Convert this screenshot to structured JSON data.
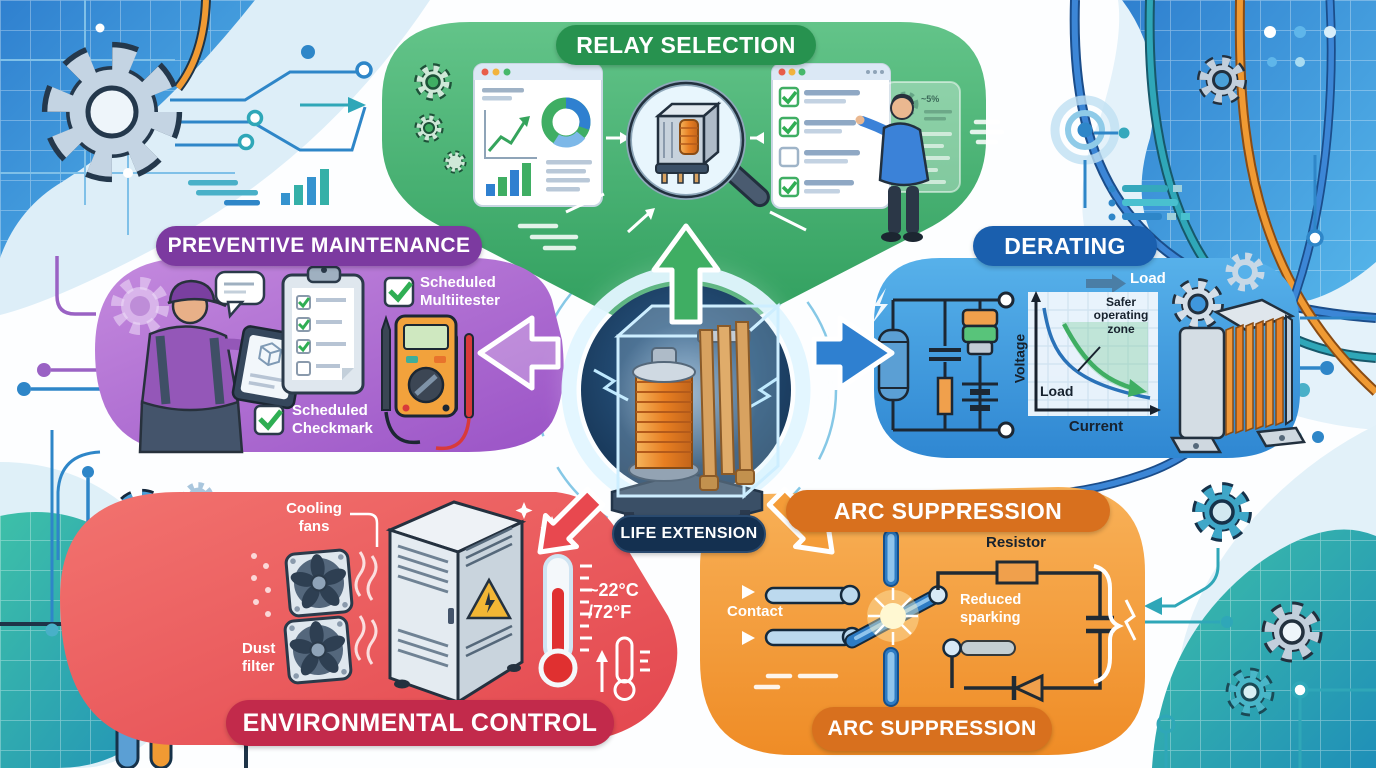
{
  "meta": {
    "type": "infographic",
    "topic": "Relay Life Extension"
  },
  "hub": {
    "badge": "LIFE EXTENSION"
  },
  "sections": {
    "relay_selection": {
      "title": "RELAY SELECTION",
      "banner_color": "#27924F",
      "accent": "#2E9D5C",
      "spec_note": "~5%"
    },
    "preventive_maintenance": {
      "title": "PREVENTIVE MAINTENANCE",
      "banner_color": "#7C3AA0",
      "accent": "#A864CC",
      "checkbox1_label": "Scheduled\nMultiitester",
      "checkbox2_label": "Scheduled\nCheckmark"
    },
    "derating": {
      "title": "DERATING",
      "banner_color": "#1A5FAE",
      "accent": "#3E97DD",
      "load_flow_label": "Load",
      "chart": {
        "type": "line",
        "xlabel": "Current",
        "ylabel": "Voltage",
        "curve_label": "Load",
        "zone_label": "Safer\noperating\nzone",
        "curve_shape": "descending hyperbolic voltage-current derating curve",
        "zone_shape": "green shaded safer operating zone right of green derating arrow"
      }
    },
    "environmental_control": {
      "title": "ENVIRONMENTAL CONTROL",
      "banner_color": "#C22A4B",
      "accent": "#EC5A5E",
      "cooling_fans_label": "Cooling\nfans",
      "dust_filter_label": "Dust\nfilter",
      "temperature_label": "~22°C\n/72°F"
    },
    "arc_suppression": {
      "title_top": "ARC SUPPRESSION",
      "title_bottom": "ARC SUPPRESSION",
      "banner_color": "#D8701E",
      "accent": "#F49C38",
      "contact_label": "Contact",
      "resistor_label": "Resistor",
      "reduced_sparking_label": "Reduced\nsparking"
    }
  },
  "colors": {
    "hub_circle": "#1B3A5C",
    "hub_badge": "#143050",
    "decor_blue": "#2E86C8",
    "decor_teal": "#2FA7B8",
    "background": "#FFFFFF"
  }
}
